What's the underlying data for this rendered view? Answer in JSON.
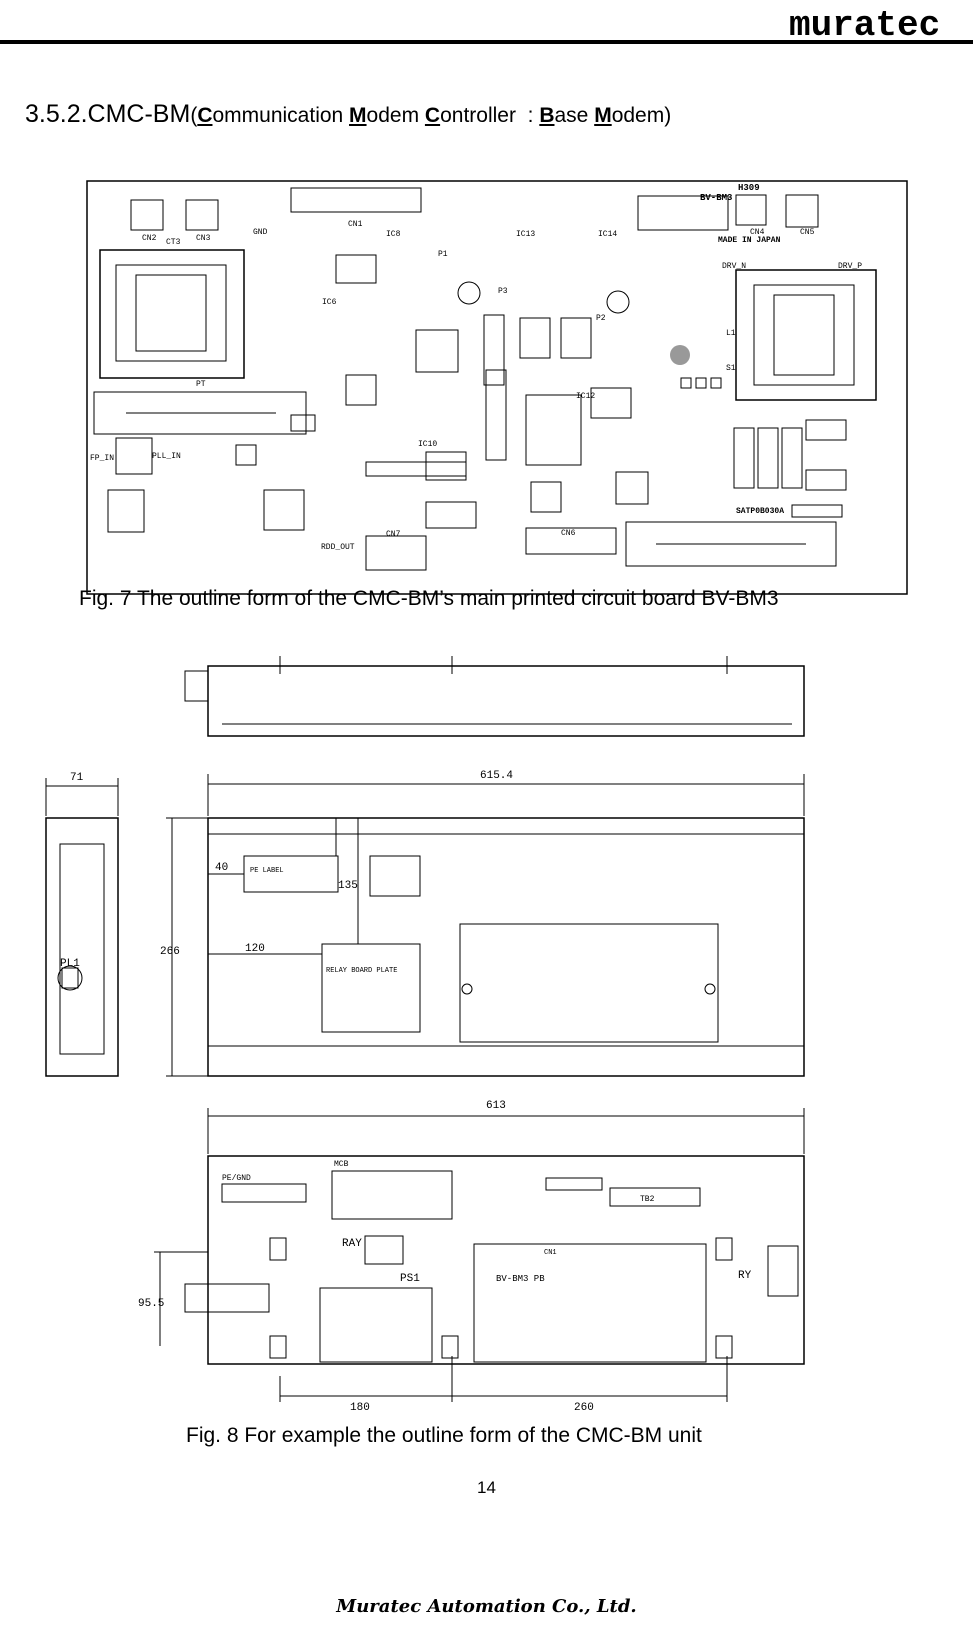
{
  "header": {
    "logo_text": "muratec"
  },
  "section": {
    "number": "3.5.2.CMC-BM",
    "open": "(",
    "w1_initial": "C",
    "w1_rest": "ommunication ",
    "w2_initial": "M",
    "w2_rest": "odem ",
    "w3_initial": "C",
    "w3_rest": "ontroller  : ",
    "w4_initial": "B",
    "w4_rest": "ase ",
    "w5_initial": "M",
    "w5_rest": "odem",
    "close": ")"
  },
  "figure7": {
    "caption": "Fig. 7 The outline form of the CMC-BM’s main printed circuit board BV-BM3",
    "board_labels": {
      "board_name": "BV-BM3",
      "h309": "H309",
      "made_in": "MADE IN JAPAN",
      "part_no": "SATP0B030A",
      "fp_in": "FP_IN",
      "pll_in": "PLL_IN",
      "drv_n": "DRV_N",
      "drv_p": "DRV_P",
      "rdd_out": "RDD_OUT",
      "gnd": "GND",
      "cn1": "CN1",
      "cn7": "CN7",
      "cn6": "CN6",
      "cn2": "CN2",
      "cn3": "CN3",
      "cn4": "CN4",
      "cn5": "CN5",
      "ic6": "IC6",
      "ic8": "IC8",
      "ic13": "IC13",
      "ic14": "IC14",
      "ic12": "IC12",
      "ic10": "IC10",
      "ct3": "CT3",
      "pt": "PT",
      "p1": "P1",
      "p3": "P3",
      "p2": "P2",
      "l1": "L1",
      "s1": "S1"
    }
  },
  "figure8": {
    "caption": "Fig. 8 For example the outline form of the CMC-BM unit",
    "dim_71": "71",
    "dim_615": "615.4",
    "dim_40": "40",
    "dim_135": "135",
    "dim_120": "120",
    "dim_266": "266",
    "dim_613": "613",
    "dim_95": "95.5",
    "dim_180": "180",
    "dim_260": "260",
    "lbl_pl1": "PL1",
    "lbl_pe_label": "PE LABEL",
    "lbl_relay_plate": "RELAY BOARD PLATE",
    "lbl_pe_gnd": "PE/GND",
    "lbl_mcb": "MCB",
    "lbl_tb2": "TB2",
    "lbl_ray": "RAY",
    "lbl_ps1": "PS1",
    "lbl_cn1": "CN1",
    "lbl_bv_bm3": "BV-BM3 PB",
    "lbl_ry": "RY"
  },
  "page": {
    "number": "14"
  },
  "footer": {
    "company": "Muratec Automation Co., Ltd."
  }
}
